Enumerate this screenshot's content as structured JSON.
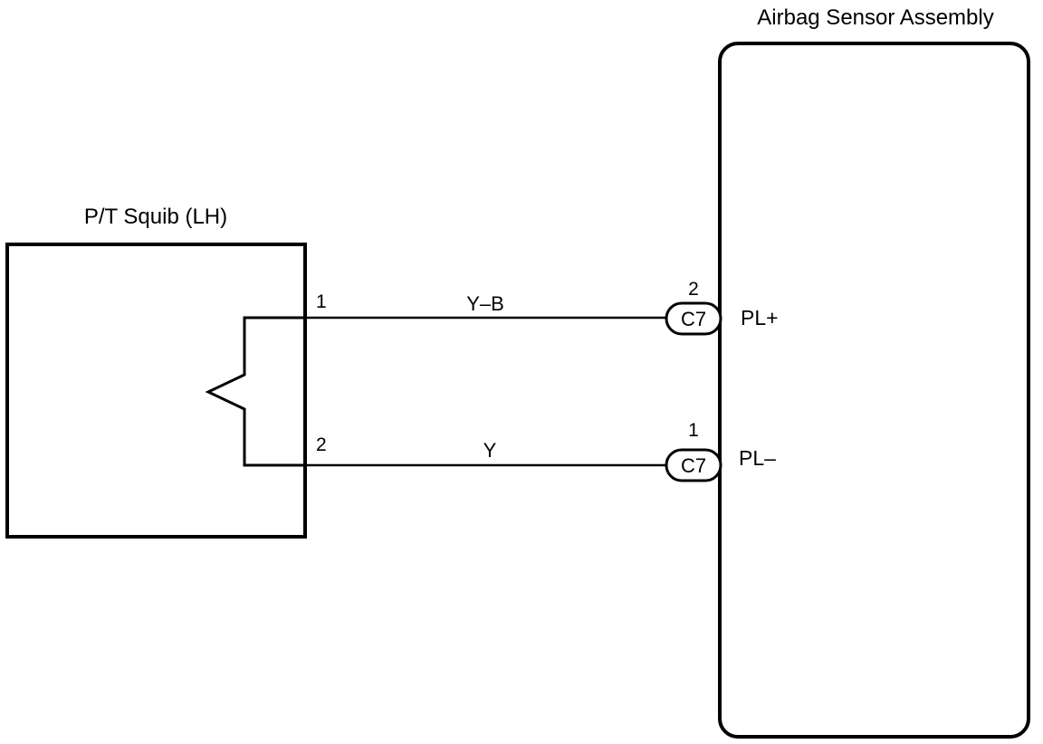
{
  "colors": {
    "line": "#000000",
    "background": "#ffffff"
  },
  "components": {
    "squib": {
      "title": "P/T Squib (LH)",
      "pin_top": "1",
      "pin_bottom": "2"
    },
    "sensor": {
      "title": "Airbag Sensor Assembly",
      "terminal_plus": "PL+",
      "terminal_minus": "PL–"
    }
  },
  "wires": [
    {
      "color_code": "Y–B",
      "connector": "C7",
      "connector_pin": "2"
    },
    {
      "color_code": "Y",
      "connector": "C7",
      "connector_pin": "1"
    }
  ]
}
